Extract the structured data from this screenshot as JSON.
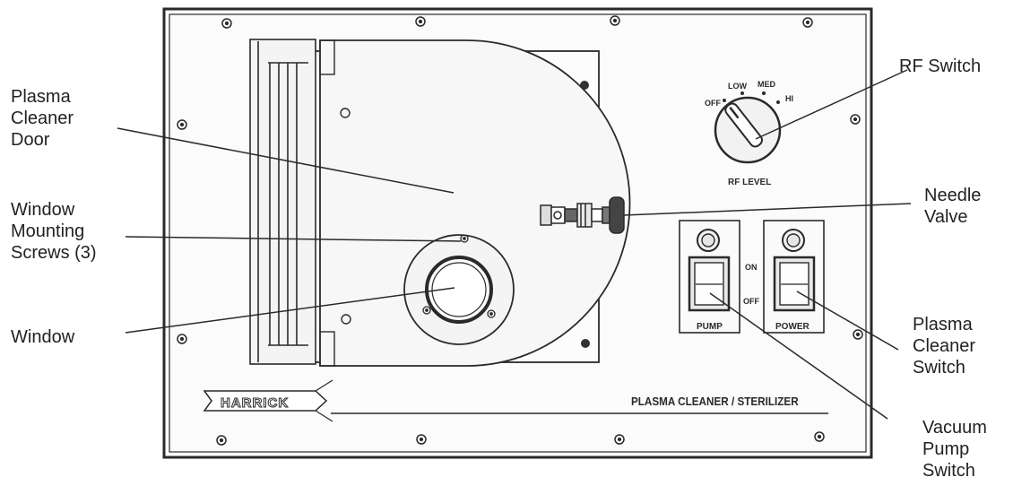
{
  "labels": {
    "door": [
      "Plasma",
      "Cleaner",
      "Door"
    ],
    "screws": [
      "Window",
      "Mounting",
      "Screws (3)"
    ],
    "window": [
      "Window"
    ],
    "rf_switch": [
      "RF Switch"
    ],
    "needle_valve": [
      "Needle",
      "Valve"
    ],
    "plasma_switch": [
      "Plasma",
      "Cleaner",
      "Switch"
    ],
    "vacuum_switch": [
      "Vacuum",
      "Pump",
      "Switch"
    ]
  },
  "panel": {
    "brand": "HARRICK",
    "product": "PLASMA CLEANER / STERILIZER",
    "rf_dial": {
      "title": "RF LEVEL",
      "positions": [
        "OFF",
        "LOW",
        "MED",
        "HI"
      ]
    },
    "pump_label": "PUMP",
    "power_label": "POWER",
    "on_label": "ON",
    "off_label": "OFF"
  },
  "colors": {
    "line": "#2a2a2a",
    "panel_fill": "#fbfbfb",
    "door_fill": "#f7f7f7"
  }
}
